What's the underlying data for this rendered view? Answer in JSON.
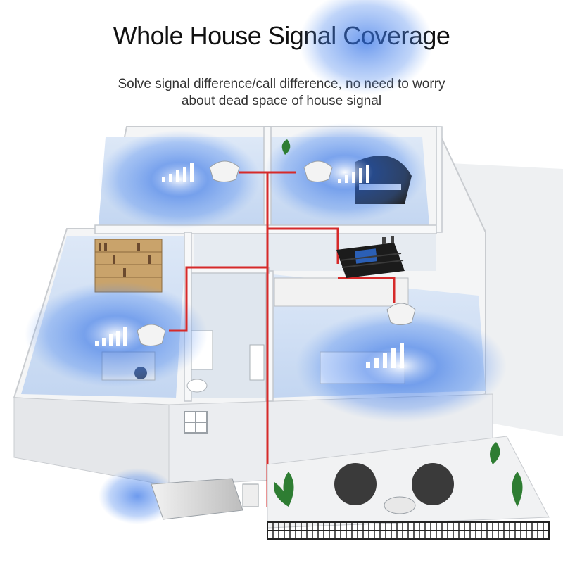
{
  "header": {
    "title": "Whole House Signal Coverage",
    "subtitle_line1": "Solve signal difference/call difference, no need to worry",
    "subtitle_line2": "about dead space of house signal"
  },
  "colors": {
    "signal_glow": "#2f6fe6",
    "cable": "#d62a2a",
    "wall": "#e9ecef",
    "floor": "#cfe0f7",
    "booster": "#1b1b1b"
  },
  "icons": [
    "ceiling-antenna-icon",
    "signal-bars-icon",
    "signal-booster-icon",
    "outdoor-panel-antenna-icon",
    "plant-icon",
    "bookshelf-icon",
    "piano-icon"
  ]
}
